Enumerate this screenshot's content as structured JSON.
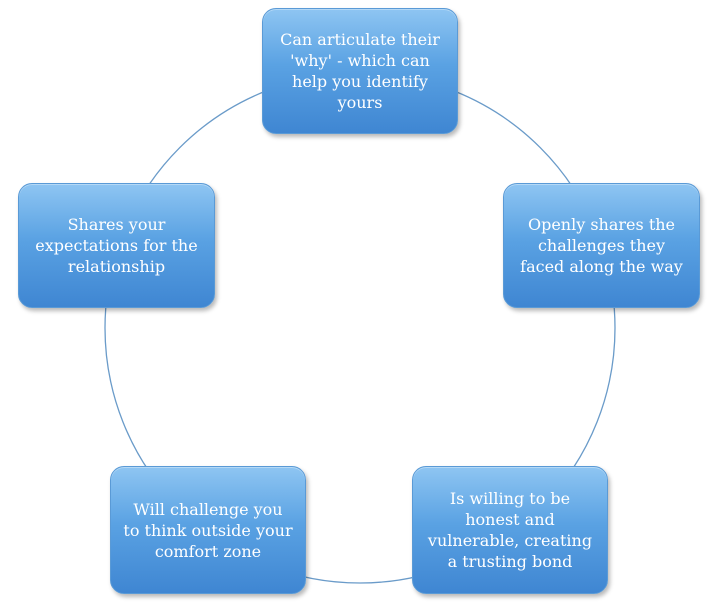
{
  "diagram": {
    "type": "cycle",
    "ring_color": "#6a9bc9",
    "node_color": "#5aa2e3",
    "nodes": [
      {
        "label": "Can articulate their 'why' - which can help you identify yours"
      },
      {
        "label": "Openly shares the challenges they faced along the way"
      },
      {
        "label": "Is willing to be honest and vulnerable, creating a trusting bond"
      },
      {
        "label": "Will challenge you to think outside your comfort zone"
      },
      {
        "label": "Shares your expectations for the relationship"
      }
    ]
  }
}
